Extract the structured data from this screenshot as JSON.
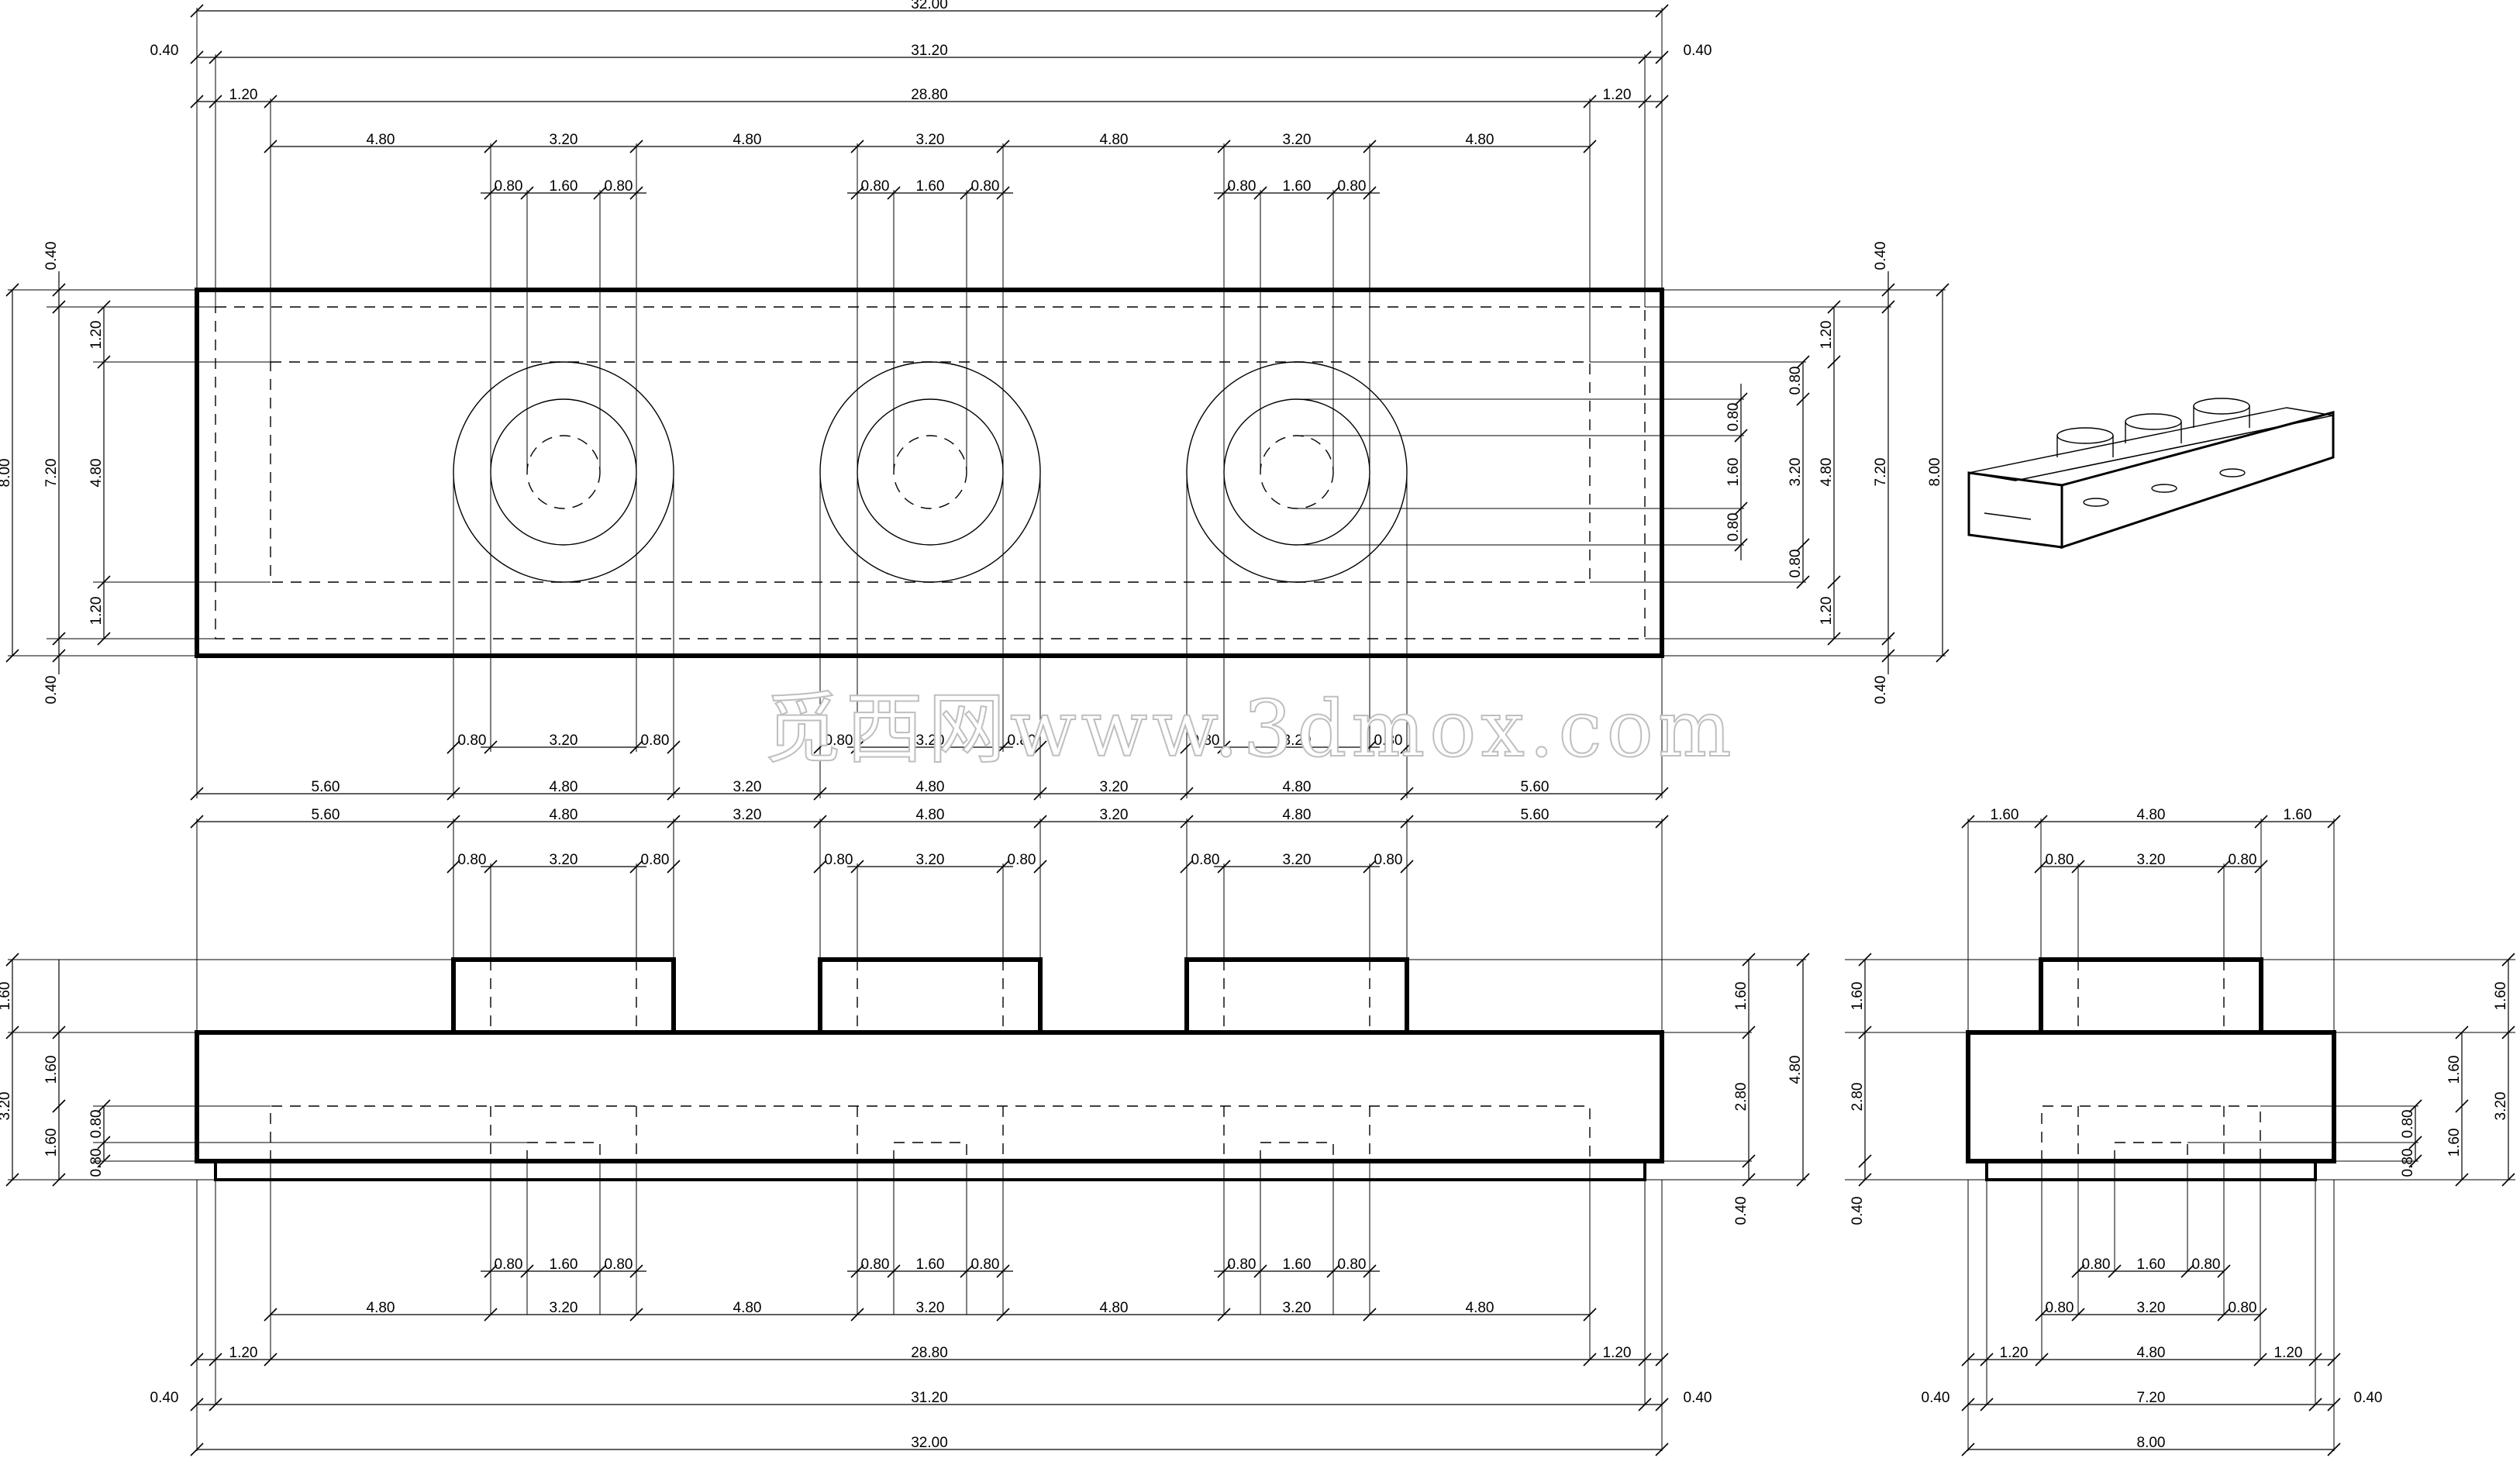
{
  "watermark": "觅西网www.3dmox.com",
  "dims": {
    "d0p40": "0.40",
    "d0p80": "0.80",
    "d1p20": "1.20",
    "d1p60": "1.60",
    "d2p80": "2.80",
    "d3p20": "3.20",
    "d4p80": "4.80",
    "d5p60": "5.60",
    "d7p20": "7.20",
    "d8p00": "8.00",
    "d28p80": "28.80",
    "d31p20": "31.20",
    "d32p00": "32.00"
  }
}
